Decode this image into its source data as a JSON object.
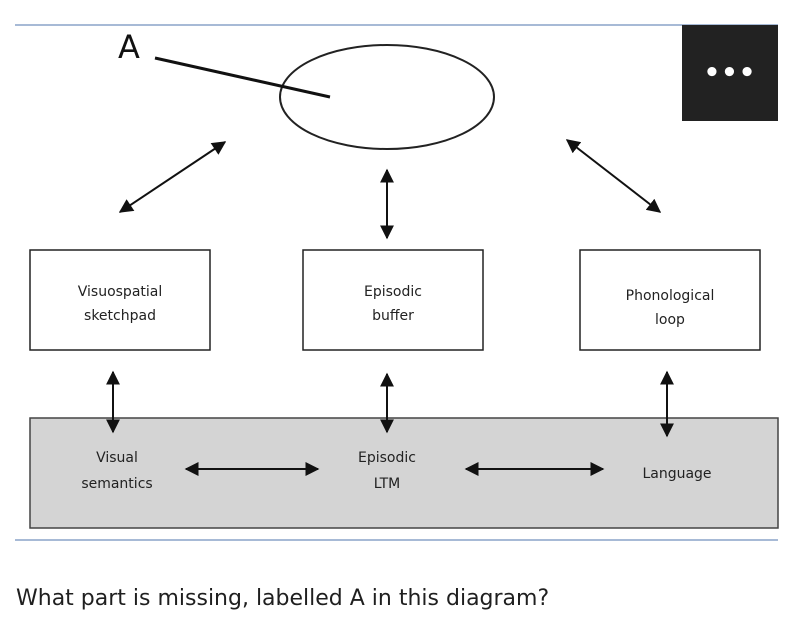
{
  "diagram": {
    "callout_letter": "A",
    "boxes": {
      "visuospatial": [
        "Visuospatial",
        "sketchpad"
      ],
      "episodic_buffer": [
        "Episodic",
        "buffer"
      ],
      "phonological": [
        "Phonological",
        "loop"
      ]
    },
    "ltm_region": {
      "visual_semantics": [
        "Visual",
        "semantics"
      ],
      "episodic_ltm": [
        "Episodic",
        "LTM"
      ],
      "language": "Language"
    }
  },
  "more_button": {
    "icon": "more-horizontal-icon",
    "glyph": "•••"
  },
  "question": "What part is missing, labelled A in this diagram?"
}
